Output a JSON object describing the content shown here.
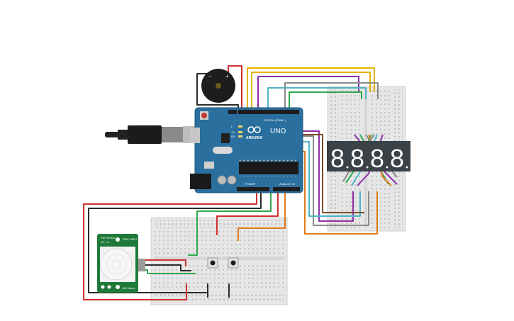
{
  "arduino": {
    "logo_text": "ARDUINO",
    "model_text": "UNO",
    "header_digital": "DIGITAL (PWM~)",
    "header_power": "POWER",
    "header_analog": "ANALOG IN",
    "led_labels": [
      "L",
      "TX",
      "RX"
    ]
  },
  "pir_sensor": {
    "title": "PIR Sensor",
    "subtitle": "Ve + A",
    "right_label": "SEN-13627",
    "bottom_label": "Mfr Name"
  },
  "seven_segment": {
    "digits": [
      "8",
      "8",
      "8",
      "8"
    ]
  },
  "buzzer": {
    "minus": "−",
    "plus": "+"
  },
  "colors": {
    "board_blue": "#2a6f9e",
    "wire_red": "#d32f2f",
    "wire_black": "#2b2b2b",
    "wire_yellow": "#e2b300",
    "wire_purple": "#8e2fa8",
    "wire_cyan": "#4fb6c6",
    "wire_green": "#2fa84f",
    "wire_orange": "#e07b1a",
    "wire_gray": "#8a8a8a",
    "pir_green": "#1f7a3a",
    "display_dark": "#3a4147"
  }
}
